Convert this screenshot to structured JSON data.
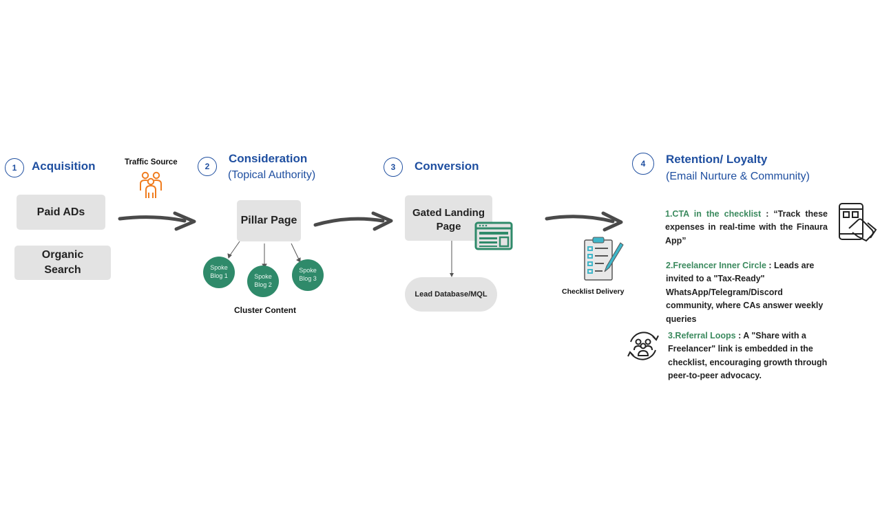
{
  "stages": [
    {
      "num": "1",
      "title": "Acquisition"
    },
    {
      "num": "2",
      "title": "Consideration",
      "subtitle": "(Topical Authority)"
    },
    {
      "num": "3",
      "title": "Conversion"
    },
    {
      "num": "4",
      "title": "Retention/ Loyalty",
      "subtitle": "(Email Nurture & Community)"
    }
  ],
  "acquisition": {
    "traffic_source": "Traffic Source",
    "paid": "Paid ADs",
    "organic_line1": "Organic",
    "organic_line2": "Search"
  },
  "consideration": {
    "pillar": "Pillar Page",
    "spokes": [
      {
        "line1": "Spoke",
        "line2": "Blog 1"
      },
      {
        "line1": "Spoke",
        "line2": "Blog 2"
      },
      {
        "line1": "Spoke",
        "line2": "Blog 3"
      }
    ],
    "cluster": "Cluster Content"
  },
  "conversion": {
    "landing_line1": "Gated Landing",
    "landing_line2": "Page",
    "lead_db": "Lead Database/MQL",
    "checklist": "Checklist Delivery"
  },
  "retention": {
    "item1_head": "1.CTA in the checklist",
    "item1_body": " : “Track these expenses in real-time with the Finaura App”",
    "item2_head": "2.Freelancer Inner Circle",
    "item2_body": " : Leads are invited to a \"Tax-Ready\" WhatsApp/Telegram/Discord community, where CAs answer weekly queries",
    "item3_head": "3.Referral Loops",
    "item3_body": " : A \"Share with a Freelancer\" link is embedded in the checklist, encouraging growth through peer-to-peer advocacy."
  },
  "colors": {
    "accent": "#1f4fa0",
    "green": "#2f8a6a",
    "highlight": "#3b8a5e",
    "box": "#e3e3e3",
    "orange": "#f07c1e",
    "arrow": "#4a4a4a"
  },
  "icons": [
    "people-group-icon",
    "web-page-icon",
    "clipboard-checklist-icon",
    "phone-tap-icon",
    "community-cycle-icon"
  ]
}
